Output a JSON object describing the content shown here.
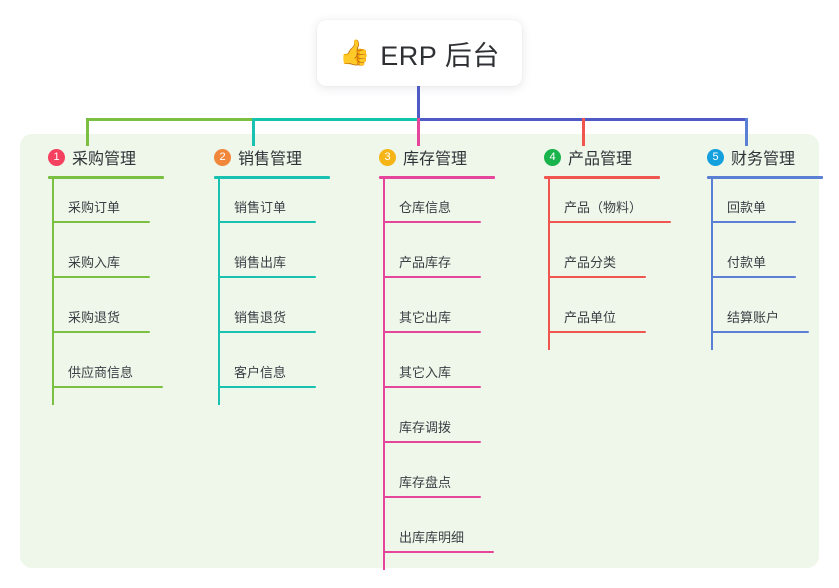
{
  "diagram": {
    "type": "mindmap",
    "root": {
      "icon": "thumbs-up-emoji",
      "icon_glyph": "👍",
      "title": "ERP 后台"
    },
    "colors": {
      "panel_background": "#eef7ea",
      "page_background": "#ffffff",
      "stem": "#4e5bc4",
      "bus_left": "#7bc043",
      "bus_mid": "#10c4ae",
      "bus_right": "#4e5bc4",
      "text": "#303338"
    },
    "branches": [
      {
        "number": "1",
        "title": "采购管理",
        "badge_color": "#f4415f",
        "line_color": "#7bc043",
        "items": [
          "采购订单",
          "采购入库",
          "采购退货",
          "供应商信息"
        ]
      },
      {
        "number": "2",
        "title": "销售管理",
        "badge_color": "#f0873a",
        "line_color": "#19c2b0",
        "items": [
          "销售订单",
          "销售出库",
          "销售退货",
          "客户信息"
        ]
      },
      {
        "number": "3",
        "title": "库存管理",
        "badge_color": "#f5b517",
        "line_color": "#e5469b",
        "items": [
          "仓库信息",
          "产品库存",
          "其它出库",
          "其它入库",
          "库存调拨",
          "库存盘点",
          "出库库明细"
        ]
      },
      {
        "number": "4",
        "title": "产品管理",
        "badge_color": "#19b34b",
        "line_color": "#f0564f",
        "items": [
          "产品（物料）",
          "产品分类",
          "产品单位"
        ]
      },
      {
        "number": "5",
        "title": "财务管理",
        "badge_color": "#13a0dd",
        "line_color": "#5a7fd4",
        "items": [
          "回款单",
          "付款单",
          "结算账户"
        ]
      }
    ]
  }
}
